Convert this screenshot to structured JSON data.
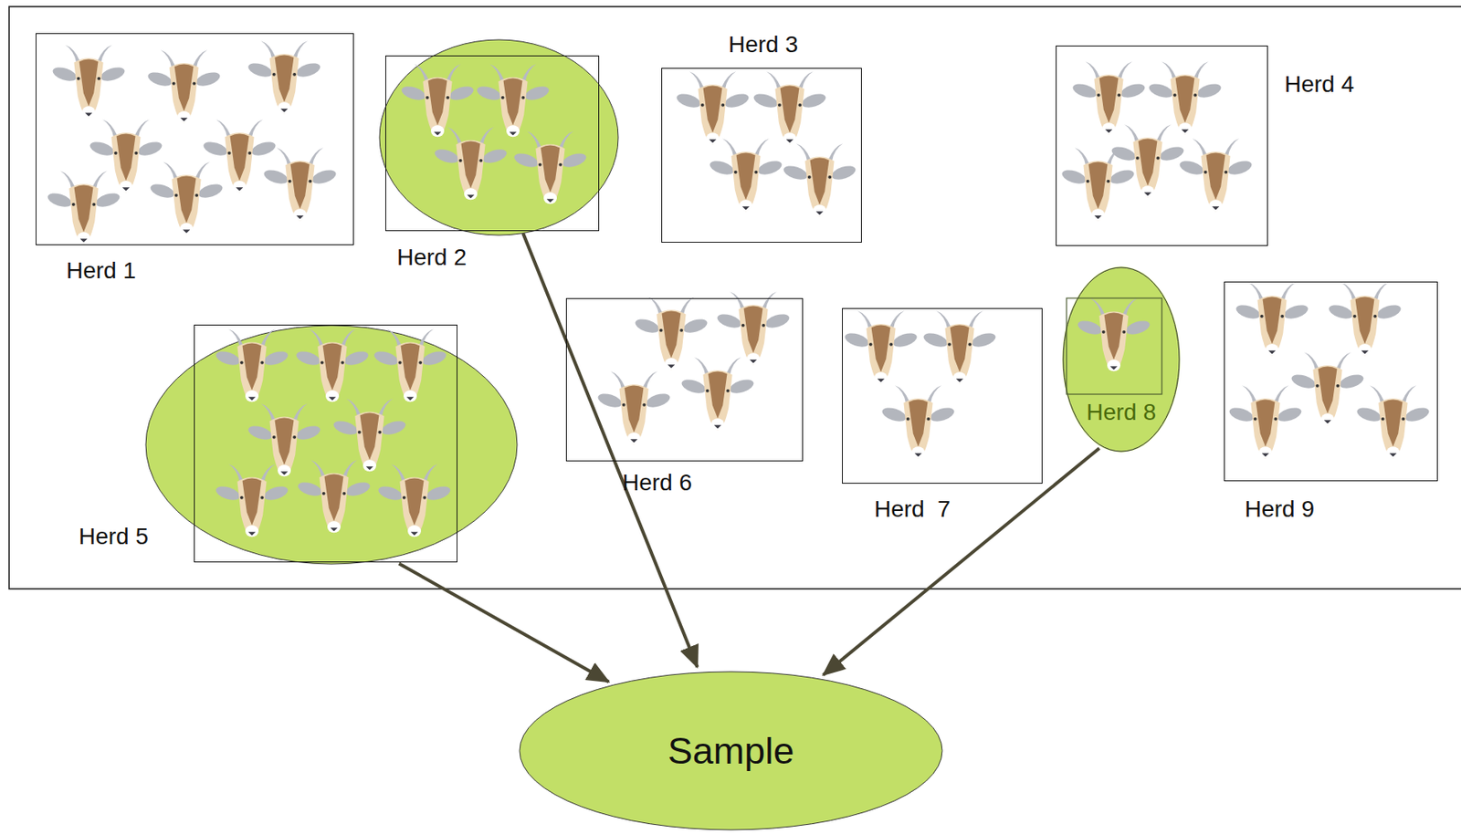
{
  "diagram": {
    "nodes": [
      {
        "text": [
          "Herd 1"
        ]
      },
      {
        "text": [
          "Herd 2"
        ]
      },
      {
        "text": [
          "Herd 3"
        ]
      },
      {
        "text": [
          "Herd 4"
        ]
      },
      {
        "text": [
          "Herd 5"
        ]
      },
      {
        "text": [
          "Herd 6"
        ]
      },
      {
        "text": [
          "Herd  7"
        ]
      },
      {
        "text": [
          "Herd 8"
        ]
      },
      {
        "text": [
          "Herd 9"
        ]
      },
      {
        "text": [
          "Sample"
        ]
      }
    ],
    "edges": [
      {
        "from": 1,
        "to": 9,
        "arrow": "to"
      },
      {
        "from": 4,
        "to": 9,
        "arrow": "to"
      },
      {
        "from": 7,
        "to": 9,
        "arrow": "to"
      }
    ]
  }
}
